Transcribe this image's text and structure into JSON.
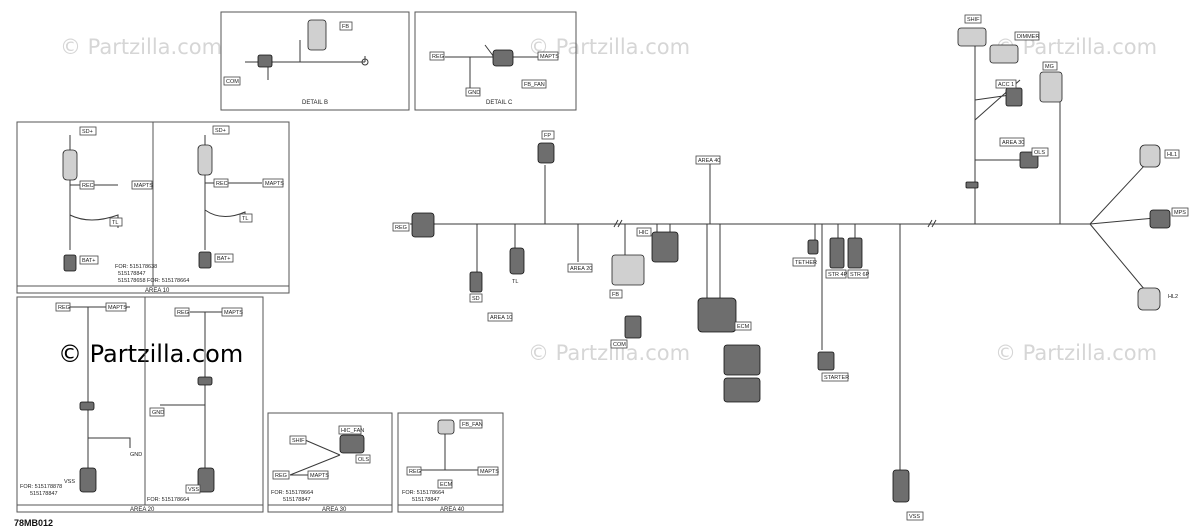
{
  "watermark": "© Partzilla.com",
  "drawing_ref": "78MB012",
  "details": {
    "b": {
      "caption": "DETAIL B",
      "tags": {
        "fb": "FB",
        "com": "COM"
      }
    },
    "c": {
      "caption": "DETAIL C",
      "tags": {
        "reg": "REG",
        "mapts": "MAPTS",
        "fb_fan": "FB_FAN",
        "gnd": "GND"
      }
    }
  },
  "area10": {
    "caption": "AREA 10",
    "tags": {
      "sd_a": "SD+",
      "rec_a": "REC",
      "mapts_a": "MAPTS",
      "tl_a": "TL",
      "bat_a": "BAT+",
      "sd_b": "SD+",
      "rec_b": "REC",
      "mapts_b": "MAPTS",
      "tl_b": "TL",
      "bat_b": "BAT+"
    },
    "notes": {
      "n1": "FOR: 515178638",
      "n2": "515178847",
      "n3": "515178658  FOR: 515178664"
    }
  },
  "area20": {
    "caption": "AREA 20",
    "tags": {
      "reg_a": "REG",
      "mapts_a": "MAPTS",
      "gnd_a": "GND",
      "vss_a": "VSS",
      "reg_b": "REG",
      "mapts_b": "MAPTS",
      "gnd_b": "GND",
      "vss_b": "VSS"
    },
    "notes": {
      "n1": "FOR: 515178878",
      "n2": "515178847",
      "n3": "FOR: 515178664"
    }
  },
  "area30": {
    "caption": "AREA 30",
    "tags": {
      "shif": "SHIF",
      "hic_fan": "HIC_FAN",
      "ols": "OLS",
      "reg": "REG",
      "mapts": "MAPTS"
    },
    "notes": {
      "n1": "FOR: 515178664",
      "n2": "515178847"
    }
  },
  "area40": {
    "caption": "AREA 40",
    "tags": {
      "fb_fan": "FB_FAN",
      "reg": "REG",
      "mapts": "MAPTS",
      "ecm": "ECM"
    },
    "notes": {
      "n1": "FOR: 515178664",
      "n2": "515178847"
    }
  },
  "main": {
    "tags": {
      "reg": "REG",
      "fp": "FP",
      "sd": "SD",
      "tl": "TL",
      "area10": "AREA 10",
      "area20": "AREA 20",
      "hic": "HIC",
      "fb": "FB",
      "com": "COM",
      "area40": "AREA 40",
      "ecm": "ECM",
      "tether": "TETHER",
      "str4p": "STR 4P",
      "str6p": "STR 6P",
      "starter": "STARTER",
      "shif": "SHIF",
      "dimmer": "DIMMER",
      "acc1": "ACC 1",
      "mg": "MG",
      "area30": "AREA 30",
      "ols": "OLS",
      "hl1": "HL1",
      "mps": "MPS",
      "hl2": "HL2",
      "vss": "VSS"
    }
  }
}
